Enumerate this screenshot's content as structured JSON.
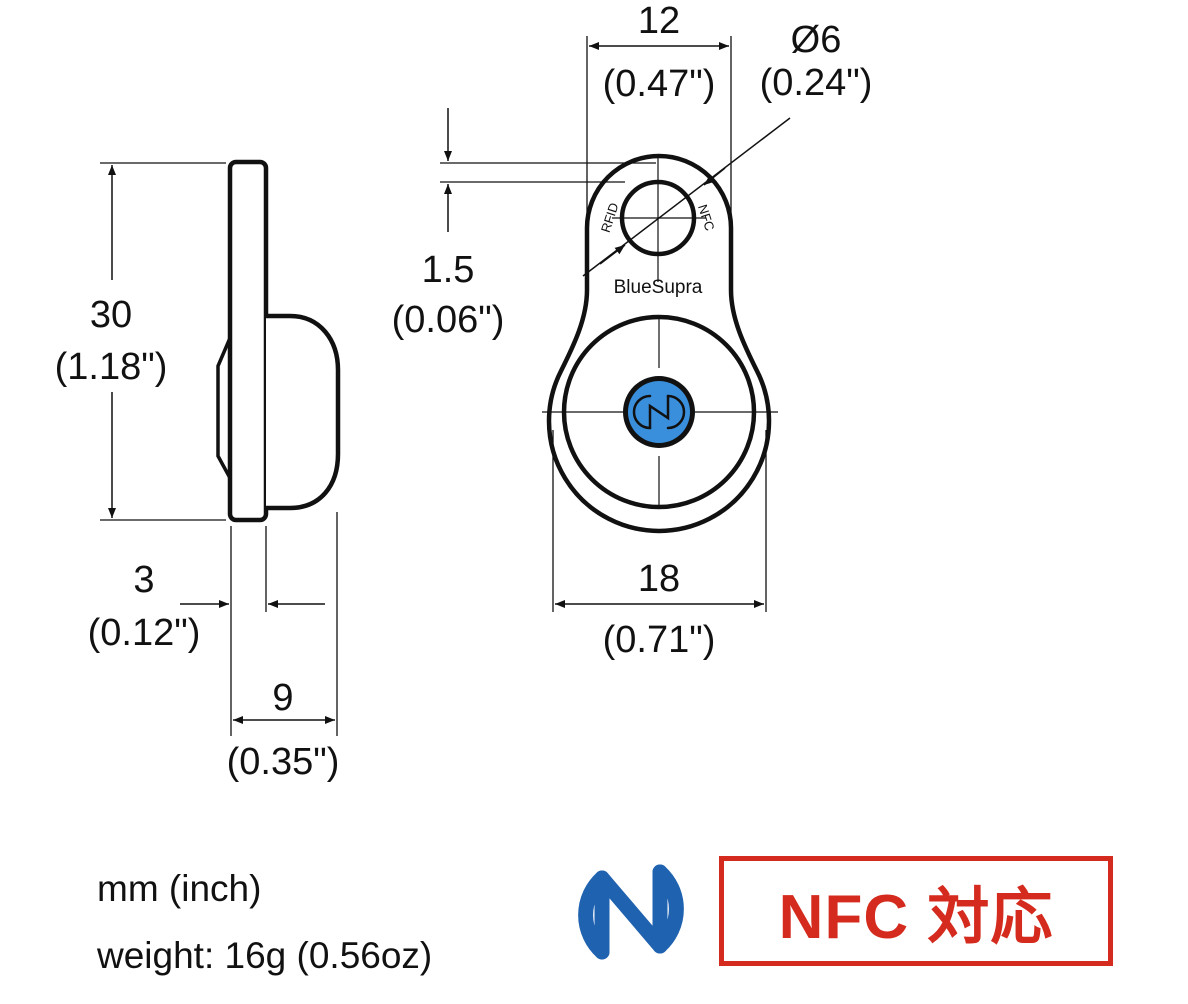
{
  "dimensions": {
    "height_mm": "30",
    "height_in": "(1.18\")",
    "width_mm": "12",
    "width_in": "(0.47\")",
    "hole_mm": "Ø6",
    "hole_in": "(0.24\")",
    "rim_mm": "1.5",
    "rim_in": "(0.06\")",
    "body_mm": "18",
    "body_in": "(0.71\")",
    "plate_mm": "3",
    "plate_in": "(0.12\")",
    "depth_mm": "9",
    "depth_in": "(0.35\")"
  },
  "tag_labels": {
    "brand": "BlueSupra",
    "left": "RFID",
    "right": "NFC"
  },
  "notes": {
    "units": "mm (inch)",
    "weight": "weight: 16g (0.56oz)"
  },
  "badge": {
    "text": "NFC 対応"
  },
  "colors": {
    "nfc_blue": "#1f62b0",
    "button_blue": "#3a8fdc",
    "badge_red": "#d52b1e"
  },
  "icons": [
    "nfc-logo-icon",
    "nfc-button-icon"
  ]
}
